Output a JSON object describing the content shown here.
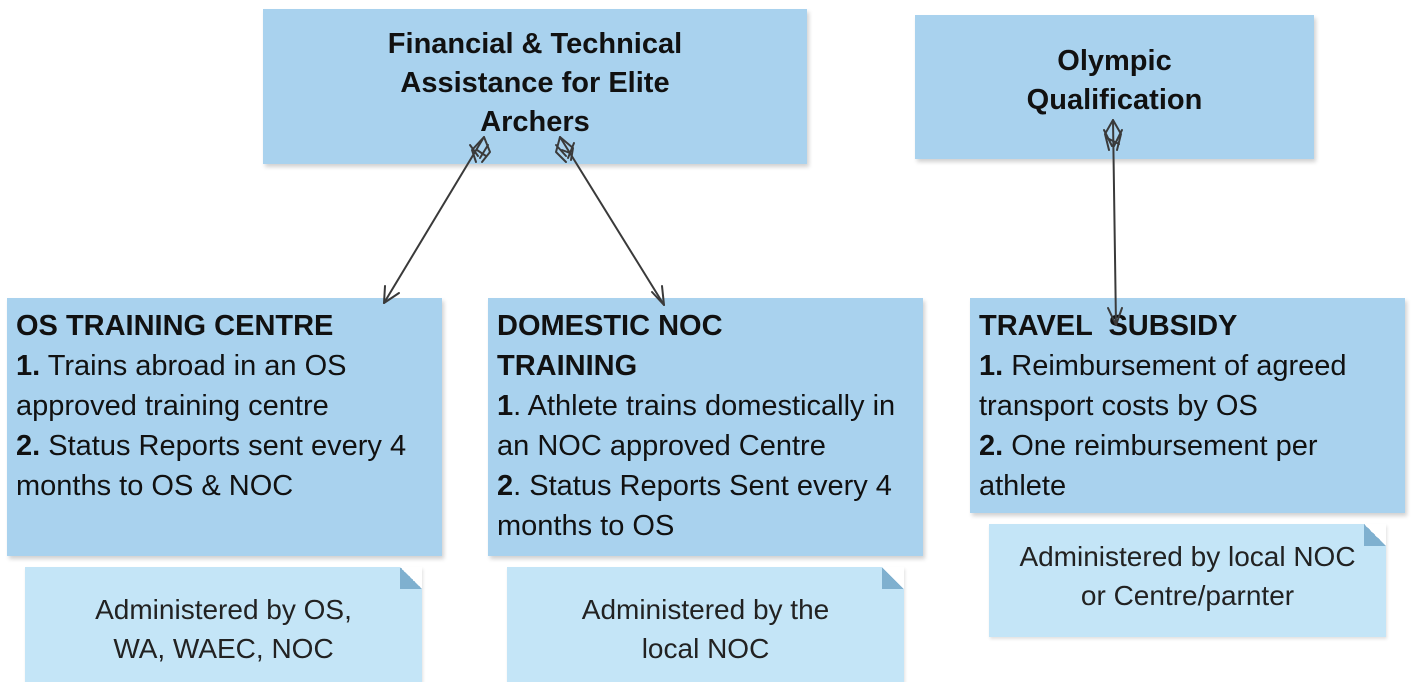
{
  "headers": {
    "financial": "Financial & Technical Assistance for Elite Archers",
    "olympic": "Olympic Qualification"
  },
  "programs": {
    "os": {
      "title": "OS TRAINING CENTRE",
      "items": [
        {
          "num": "1.",
          "text": " Trains abroad in  an OS approved training centre"
        },
        {
          "num": "2.",
          "text": " Status Reports sent every 4 months to OS & NOC"
        }
      ],
      "admin": "Administered by OS, WA, WAEC, NOC"
    },
    "domestic": {
      "title": "DOMESTIC NOC TRAINING",
      "items": [
        {
          "num": "1",
          "text": ". Athlete trains domestically in an NOC approved Centre"
        },
        {
          "num": "2",
          "text": ". Status Reports Sent every 4 months to OS"
        }
      ],
      "admin": "Administered by the local NOC"
    },
    "travel": {
      "title": "TRAVEL  SUBSIDY",
      "items": [
        {
          "num": "1.",
          "text": " Reimbursement of agreed transport costs by OS"
        },
        {
          "num": "2.",
          "text": " One reimbursement per athlete"
        }
      ],
      "admin": "Administered by local NOC or Centre/parnter"
    }
  },
  "colors": {
    "box": "#a9d2ee",
    "note": "#c4e5f7",
    "arrow": "#3a3a3a"
  }
}
